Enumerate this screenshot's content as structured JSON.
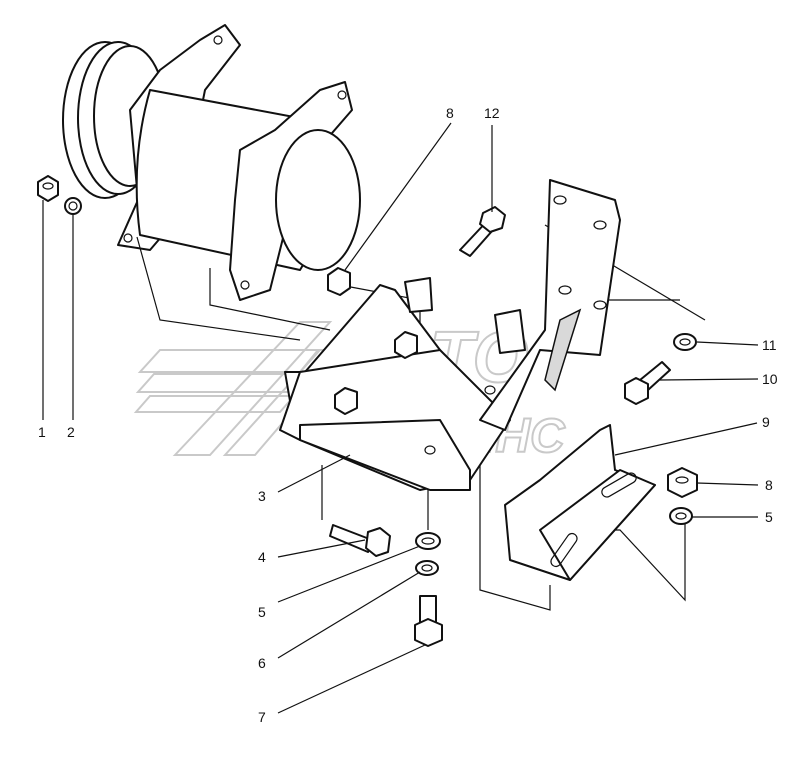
{
  "watermark": {
    "line1": "АВТО",
    "line2": "АЛЬЯНС",
    "color": "#c9c9c9"
  },
  "callouts": [
    {
      "id": "c1",
      "label": "1"
    },
    {
      "id": "c2",
      "label": "2"
    },
    {
      "id": "c3",
      "label": "3"
    },
    {
      "id": "c4",
      "label": "4"
    },
    {
      "id": "c5a",
      "label": "5"
    },
    {
      "id": "c6",
      "label": "6"
    },
    {
      "id": "c7",
      "label": "7"
    },
    {
      "id": "c8a",
      "label": "8"
    },
    {
      "id": "c12",
      "label": "12"
    },
    {
      "id": "c11",
      "label": "11"
    },
    {
      "id": "c10",
      "label": "10"
    },
    {
      "id": "c9",
      "label": "9"
    },
    {
      "id": "c8b",
      "label": "8"
    },
    {
      "id": "c5b",
      "label": "5"
    }
  ],
  "colors": {
    "line": "#111111",
    "shade": "#d9d9d9",
    "background": "#ffffff"
  }
}
